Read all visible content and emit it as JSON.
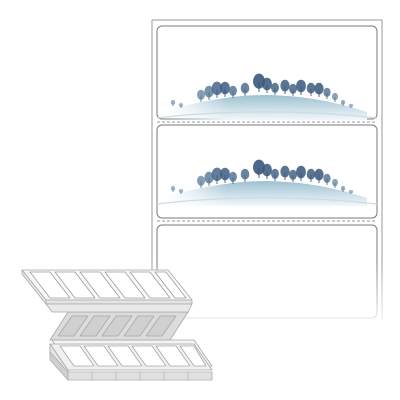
{
  "product": {
    "label_count_visible": 3,
    "printed_labels": 2,
    "label_artwork": "winter-tree-landscape",
    "colors": {
      "sheet_border": "#7a7a7a",
      "perforation": "#9a9a9a",
      "tree_dark": "#2f4e73",
      "tree_light": "#8fb4cc",
      "ground": "#bcd6df",
      "fanfold_edge": "#b8b8b8",
      "fanfold_face": "#f2f2f2"
    }
  }
}
